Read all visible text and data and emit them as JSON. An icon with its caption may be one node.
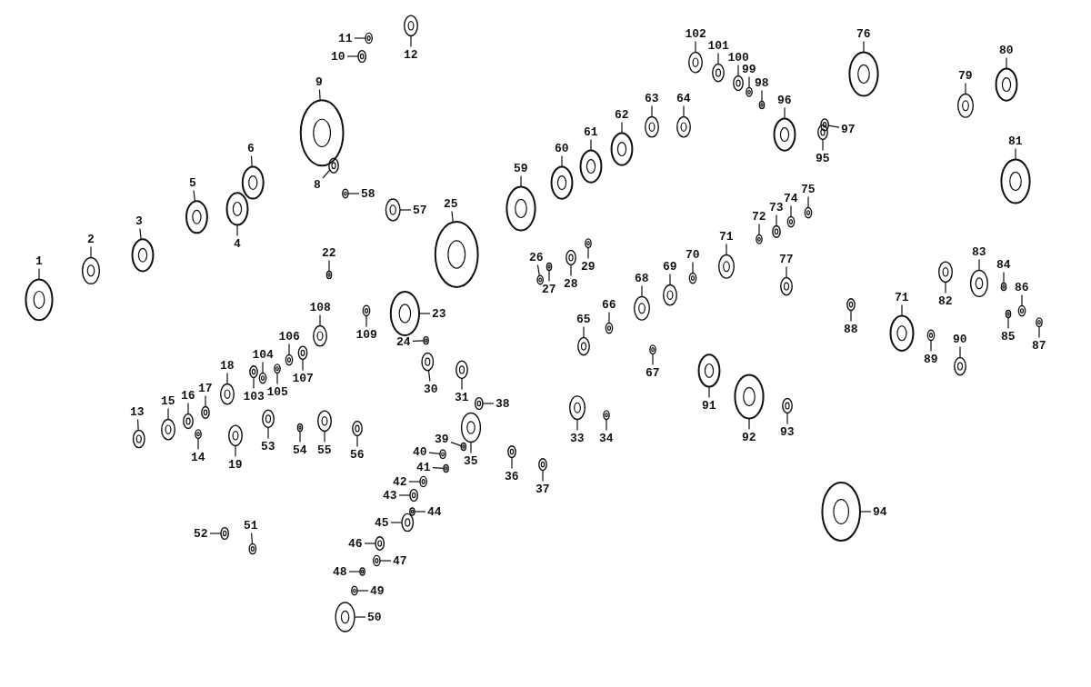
{
  "diagram": {
    "nodes": [
      {
        "text": [
          "1"
        ]
      },
      {
        "text": [
          "2"
        ]
      },
      {
        "text": [
          "3"
        ]
      },
      {
        "text": [
          "4"
        ]
      },
      {
        "text": [
          "5"
        ]
      },
      {
        "text": [
          "6"
        ]
      },
      {
        "text": [
          "8"
        ]
      },
      {
        "text": [
          "9"
        ]
      },
      {
        "text": [
          "10"
        ]
      },
      {
        "text": [
          "11"
        ]
      },
      {
        "text": [
          "12"
        ]
      },
      {
        "text": [
          "13"
        ]
      },
      {
        "text": [
          "14"
        ]
      },
      {
        "text": [
          "15"
        ]
      },
      {
        "text": [
          "16"
        ]
      },
      {
        "text": [
          "17"
        ]
      },
      {
        "text": [
          "18"
        ]
      },
      {
        "text": [
          "19"
        ]
      },
      {
        "text": [
          "22"
        ]
      },
      {
        "text": [
          "23"
        ]
      },
      {
        "text": [
          "24"
        ]
      },
      {
        "text": [
          "25"
        ]
      },
      {
        "text": [
          "26"
        ]
      },
      {
        "text": [
          "27"
        ]
      },
      {
        "text": [
          "28"
        ]
      },
      {
        "text": [
          "29"
        ]
      },
      {
        "text": [
          "30"
        ]
      },
      {
        "text": [
          "31"
        ]
      },
      {
        "text": [
          "33"
        ]
      },
      {
        "text": [
          "34"
        ]
      },
      {
        "text": [
          "35"
        ]
      },
      {
        "text": [
          "36"
        ]
      },
      {
        "text": [
          "37"
        ]
      },
      {
        "text": [
          "38"
        ]
      },
      {
        "text": [
          "39"
        ]
      },
      {
        "text": [
          "40"
        ]
      },
      {
        "text": [
          "41"
        ]
      },
      {
        "text": [
          "42"
        ]
      },
      {
        "text": [
          "43"
        ]
      },
      {
        "text": [
          "44"
        ]
      },
      {
        "text": [
          "45"
        ]
      },
      {
        "text": [
          "46"
        ]
      },
      {
        "text": [
          "47"
        ]
      },
      {
        "text": [
          "48"
        ]
      },
      {
        "text": [
          "49"
        ]
      },
      {
        "text": [
          "50"
        ]
      },
      {
        "text": [
          "51"
        ]
      },
      {
        "text": [
          "52"
        ]
      },
      {
        "text": [
          "53"
        ]
      },
      {
        "text": [
          "54"
        ]
      },
      {
        "text": [
          "55"
        ]
      },
      {
        "text": [
          "56"
        ]
      },
      {
        "text": [
          "57"
        ]
      },
      {
        "text": [
          "58"
        ]
      },
      {
        "text": [
          "59"
        ]
      },
      {
        "text": [
          "60"
        ]
      },
      {
        "text": [
          "61"
        ]
      },
      {
        "text": [
          "62"
        ]
      },
      {
        "text": [
          "63"
        ]
      },
      {
        "text": [
          "64"
        ]
      },
      {
        "text": [
          "65"
        ]
      },
      {
        "text": [
          "66"
        ]
      },
      {
        "text": [
          "67"
        ]
      },
      {
        "text": [
          "68"
        ]
      },
      {
        "text": [
          "69"
        ]
      },
      {
        "text": [
          "70"
        ]
      },
      {
        "text": [
          "71"
        ]
      },
      {
        "text": [
          "72"
        ]
      },
      {
        "text": [
          "73"
        ]
      },
      {
        "text": [
          "74"
        ]
      },
      {
        "text": [
          "75"
        ]
      },
      {
        "text": [
          "76"
        ]
      },
      {
        "text": [
          "77"
        ]
      },
      {
        "text": [
          "79"
        ]
      },
      {
        "text": [
          "80"
        ]
      },
      {
        "text": [
          "81"
        ]
      },
      {
        "text": [
          "82"
        ]
      },
      {
        "text": [
          "83"
        ]
      },
      {
        "text": [
          "84"
        ]
      },
      {
        "text": [
          "85"
        ]
      },
      {
        "text": [
          "86"
        ]
      },
      {
        "text": [
          "87"
        ]
      },
      {
        "text": [
          "88"
        ]
      },
      {
        "text": [
          "89"
        ]
      },
      {
        "text": [
          "90"
        ]
      },
      {
        "text": [
          "91"
        ]
      },
      {
        "text": [
          "92"
        ]
      },
      {
        "text": [
          "93"
        ]
      },
      {
        "text": [
          "94"
        ]
      },
      {
        "text": [
          "95"
        ]
      },
      {
        "text": [
          "96"
        ]
      },
      {
        "text": [
          "97"
        ]
      },
      {
        "text": [
          "98"
        ]
      },
      {
        "text": [
          "99"
        ]
      },
      {
        "text": [
          "100"
        ]
      },
      {
        "text": [
          "101"
        ]
      },
      {
        "text": [
          "102"
        ]
      },
      {
        "text": [
          "103"
        ]
      },
      {
        "text": [
          "104"
        ]
      },
      {
        "text": [
          "105"
        ]
      },
      {
        "text": [
          "106"
        ]
      },
      {
        "text": [
          "107"
        ]
      },
      {
        "text": [
          "108"
        ]
      },
      {
        "text": [
          "109"
        ]
      },
      {
        "text": [
          "71"
        ]
      },
      {
        "text": [],
        "shape": "picture"
      },
      {
        "text": [],
        "shape": "picture"
      },
      {
        "text": [],
        "shape": "picture"
      },
      {
        "text": [],
        "shape": "picture"
      },
      {
        "text": [],
        "shape": "picture"
      },
      {
        "text": [],
        "shape": "picture"
      },
      {
        "text": [],
        "shape": "picture"
      },
      {
        "text": [],
        "shape": "picture"
      },
      {
        "text": [],
        "shape": "picture"
      },
      {
        "text": [],
        "shape": "picture"
      },
      {
        "text": [],
        "shape": "picture"
      },
      {
        "text": [],
        "shape": "picture"
      },
      {
        "text": [],
        "shape": "picture"
      },
      {
        "text": [],
        "shape": "picture"
      },
      {
        "text": [],
        "shape": "picture"
      },
      {
        "text": [],
        "shape": "picture"
      },
      {
        "text": [],
        "shape": "picture"
      },
      {
        "text": [],
        "shape": "picture"
      },
      {
        "text": [],
        "shape": "picture"
      },
      {
        "text": [],
        "shape": "picture"
      },
      {
        "text": [],
        "shape": "picture"
      },
      {
        "text": [],
        "shape": "picture"
      },
      {
        "text": [],
        "shape": "picture"
      },
      {
        "text": [],
        "shape": "picture"
      },
      {
        "text": [],
        "shape": "picture"
      },
      {
        "text": [],
        "shape": "picture"
      },
      {
        "text": [],
        "shape": "picture"
      },
      {
        "text": [],
        "shape": "picture"
      },
      {
        "text": [],
        "shape": "picture"
      },
      {
        "text": [],
        "shape": "picture"
      },
      {
        "text": [],
        "shape": "picture"
      },
      {
        "text": [],
        "shape": "picture"
      },
      {
        "text": [],
        "shape": "picture"
      },
      {
        "text": [],
        "shape": "picture"
      },
      {
        "text": [],
        "shape": "picture"
      },
      {
        "text": [],
        "shape": "picture"
      },
      {
        "text": [],
        "shape": "picture"
      },
      {
        "text": [],
        "shape": "picture"
      },
      {
        "text": [],
        "shape": "picture"
      },
      {
        "text": [],
        "shape": "picture"
      },
      {
        "text": [],
        "shape": "picture"
      },
      {
        "text": [],
        "shape": "picture"
      },
      {
        "text": [],
        "shape": "picture"
      },
      {
        "text": [],
        "shape": "picture"
      },
      {
        "text": [],
        "shape": "picture"
      },
      {
        "text": [],
        "shape": "picture"
      },
      {
        "text": [],
        "shape": "picture"
      },
      {
        "text": [],
        "shape": "picture"
      },
      {
        "text": [],
        "shape": "picture"
      },
      {
        "text": [],
        "shape": "picture"
      },
      {
        "text": [],
        "shape": "picture"
      },
      {
        "text": [],
        "shape": "picture"
      },
      {
        "text": [],
        "shape": "picture"
      },
      {
        "text": [],
        "shape": "picture"
      },
      {
        "text": [],
        "shape": "picture"
      },
      {
        "text": [],
        "shape": "picture"
      },
      {
        "text": [],
        "shape": "picture"
      },
      {
        "text": [],
        "shape": "picture"
      },
      {
        "text": [],
        "shape": "picture"
      },
      {
        "text": [],
        "shape": "picture"
      },
      {
        "text": [],
        "shape": "picture"
      },
      {
        "text": [],
        "shape": "picture"
      },
      {
        "text": [],
        "shape": "picture"
      },
      {
        "text": [],
        "shape": "picture"
      },
      {
        "text": [],
        "shape": "picture"
      },
      {
        "text": [],
        "shape": "picture"
      },
      {
        "text": [],
        "shape": "picture"
      },
      {
        "text": [],
        "shape": "picture"
      },
      {
        "text": [],
        "shape": "picture"
      },
      {
        "text": [],
        "shape": "picture"
      },
      {
        "text": [],
        "shape": "picture"
      },
      {
        "text": [],
        "shape": "picture"
      },
      {
        "text": [],
        "shape": "picture"
      },
      {
        "text": [],
        "shape": "picture"
      },
      {
        "text": [],
        "shape": "picture"
      },
      {
        "text": [],
        "shape": "picture"
      },
      {
        "text": [],
        "shape": "picture"
      },
      {
        "text": [],
        "shape": "picture"
      },
      {
        "text": [],
        "shape": "picture"
      },
      {
        "text": [],
        "shape": "picture"
      },
      {
        "text": [],
        "shape": "picture"
      },
      {
        "text": [],
        "shape": "picture"
      },
      {
        "text": [],
        "shape": "picture"
      },
      {
        "text": [],
        "shape": "picture"
      },
      {
        "text": [],
        "shape": "picture"
      },
      {
        "text": [],
        "shape": "picture"
      },
      {
        "text": [],
        "shape": "picture"
      },
      {
        "text": [],
        "shape": "picture"
      },
      {
        "text": [],
        "shape": "picture"
      },
      {
        "text": [],
        "shape": "picture"
      },
      {
        "text": [],
        "shape": "picture"
      },
      {
        "text": [],
        "shape": "picture"
      },
      {
        "text": [],
        "shape": "picture"
      },
      {
        "text": [],
        "shape": "picture"
      },
      {
        "text": [],
        "shape": "picture"
      },
      {
        "text": [],
        "shape": "picture"
      },
      {
        "text": [],
        "shape": "picture"
      },
      {
        "text": [],
        "shape": "picture"
      },
      {
        "text": [],
        "shape": "picture"
      },
      {
        "text": [],
        "shape": "picture"
      },
      {
        "text": [],
        "shape": "picture"
      },
      {
        "text": [],
        "shape": "picture"
      },
      {
        "text": [],
        "shape": "picture"
      },
      {
        "text": [],
        "shape": "picture"
      },
      {
        "text": [],
        "shape": "picture"
      }
    ],
    "edges": [
      {
        "from": 0,
        "to": 105,
        "arrow": "none"
      },
      {
        "from": 1,
        "to": 106,
        "arrow": "none"
      },
      {
        "from": 2,
        "to": 107,
        "arrow": "none"
      },
      {
        "from": 3,
        "to": 108,
        "arrow": "none"
      },
      {
        "from": 4,
        "to": 109,
        "arrow": "none"
      },
      {
        "from": 5,
        "to": 110,
        "arrow": "none"
      },
      {
        "from": 6,
        "to": 111,
        "arrow": "none"
      },
      {
        "from": 7,
        "to": 112,
        "arrow": "none"
      },
      {
        "from": 8,
        "to": 113,
        "arrow": "none"
      },
      {
        "from": 9,
        "to": 114,
        "arrow": "none"
      },
      {
        "from": 10,
        "to": 115,
        "arrow": "none"
      },
      {
        "from": 11,
        "to": 116,
        "arrow": "none"
      },
      {
        "from": 12,
        "to": 117,
        "arrow": "none"
      },
      {
        "from": 13,
        "to": 118,
        "arrow": "none"
      },
      {
        "from": 14,
        "to": 119,
        "arrow": "none"
      },
      {
        "from": 15,
        "to": 120,
        "arrow": "none"
      },
      {
        "from": 16,
        "to": 121,
        "arrow": "none"
      },
      {
        "from": 17,
        "to": 122,
        "arrow": "none"
      },
      {
        "from": 18,
        "to": 123,
        "arrow": "none"
      },
      {
        "from": 19,
        "to": 124,
        "arrow": "none"
      },
      {
        "from": 20,
        "to": 125,
        "arrow": "none"
      },
      {
        "from": 21,
        "to": 126,
        "arrow": "none"
      },
      {
        "from": 22,
        "to": 127,
        "arrow": "none"
      },
      {
        "from": 23,
        "to": 128,
        "arrow": "none"
      },
      {
        "from": 24,
        "to": 129,
        "arrow": "none"
      },
      {
        "from": 25,
        "to": 130,
        "arrow": "none"
      },
      {
        "from": 26,
        "to": 131,
        "arrow": "none"
      },
      {
        "from": 27,
        "to": 132,
        "arrow": "none"
      },
      {
        "from": 28,
        "to": 133,
        "arrow": "none"
      },
      {
        "from": 29,
        "to": 134,
        "arrow": "none"
      },
      {
        "from": 30,
        "to": 135,
        "arrow": "none"
      },
      {
        "from": 31,
        "to": 136,
        "arrow": "none"
      },
      {
        "from": 32,
        "to": 137,
        "arrow": "none"
      },
      {
        "from": 33,
        "to": 138,
        "arrow": "none"
      },
      {
        "from": 34,
        "to": 139,
        "arrow": "none"
      },
      {
        "from": 35,
        "to": 140,
        "arrow": "none"
      },
      {
        "from": 36,
        "to": 141,
        "arrow": "none"
      },
      {
        "from": 37,
        "to": 142,
        "arrow": "none"
      },
      {
        "from": 38,
        "to": 143,
        "arrow": "none"
      },
      {
        "from": 39,
        "to": 144,
        "arrow": "none"
      },
      {
        "from": 40,
        "to": 145,
        "arrow": "none"
      },
      {
        "from": 41,
        "to": 146,
        "arrow": "none"
      },
      {
        "from": 42,
        "to": 147,
        "arrow": "none"
      },
      {
        "from": 43,
        "to": 148,
        "arrow": "none"
      },
      {
        "from": 44,
        "to": 149,
        "arrow": "none"
      },
      {
        "from": 45,
        "to": 150,
        "arrow": "none"
      },
      {
        "from": 46,
        "to": 151,
        "arrow": "none"
      },
      {
        "from": 47,
        "to": 152,
        "arrow": "none"
      },
      {
        "from": 48,
        "to": 153,
        "arrow": "none"
      },
      {
        "from": 49,
        "to": 154,
        "arrow": "none"
      },
      {
        "from": 50,
        "to": 155,
        "arrow": "none"
      },
      {
        "from": 51,
        "to": 156,
        "arrow": "none"
      },
      {
        "from": 52,
        "to": 157,
        "arrow": "none"
      },
      {
        "from": 53,
        "to": 158,
        "arrow": "none"
      },
      {
        "from": 54,
        "to": 159,
        "arrow": "none"
      },
      {
        "from": 55,
        "to": 160,
        "arrow": "none"
      },
      {
        "from": 56,
        "to": 161,
        "arrow": "none"
      },
      {
        "from": 57,
        "to": 162,
        "arrow": "none"
      },
      {
        "from": 58,
        "to": 163,
        "arrow": "none"
      },
      {
        "from": 59,
        "to": 164,
        "arrow": "none"
      },
      {
        "from": 60,
        "to": 165,
        "arrow": "none"
      },
      {
        "from": 61,
        "to": 166,
        "arrow": "none"
      },
      {
        "from": 62,
        "to": 167,
        "arrow": "none"
      },
      {
        "from": 63,
        "to": 168,
        "arrow": "none"
      },
      {
        "from": 64,
        "to": 169,
        "arrow": "none"
      },
      {
        "from": 65,
        "to": 170,
        "arrow": "none"
      },
      {
        "from": 66,
        "to": 171,
        "arrow": "none"
      },
      {
        "from": 67,
        "to": 172,
        "arrow": "none"
      },
      {
        "from": 68,
        "to": 173,
        "arrow": "none"
      },
      {
        "from": 69,
        "to": 174,
        "arrow": "none"
      },
      {
        "from": 70,
        "to": 175,
        "arrow": "none"
      },
      {
        "from": 71,
        "to": 176,
        "arrow": "none"
      },
      {
        "from": 72,
        "to": 177,
        "arrow": "none"
      },
      {
        "from": 73,
        "to": 178,
        "arrow": "none"
      },
      {
        "from": 74,
        "to": 179,
        "arrow": "none"
      },
      {
        "from": 75,
        "to": 180,
        "arrow": "none"
      },
      {
        "from": 76,
        "to": 181,
        "arrow": "none"
      },
      {
        "from": 77,
        "to": 182,
        "arrow": "none"
      },
      {
        "from": 78,
        "to": 183,
        "arrow": "none"
      },
      {
        "from": 79,
        "to": 184,
        "arrow": "none"
      },
      {
        "from": 80,
        "to": 185,
        "arrow": "none"
      },
      {
        "from": 81,
        "to": 186,
        "arrow": "none"
      },
      {
        "from": 82,
        "to": 187,
        "arrow": "none"
      },
      {
        "from": 83,
        "to": 188,
        "arrow": "none"
      },
      {
        "from": 84,
        "to": 189,
        "arrow": "none"
      },
      {
        "from": 85,
        "to": 190,
        "arrow": "none"
      },
      {
        "from": 86,
        "to": 191,
        "arrow": "none"
      },
      {
        "from": 87,
        "to": 192,
        "arrow": "none"
      },
      {
        "from": 88,
        "to": 193,
        "arrow": "none"
      },
      {
        "from": 89,
        "to": 194,
        "arrow": "none"
      },
      {
        "from": 90,
        "to": 195,
        "arrow": "none"
      },
      {
        "from": 91,
        "to": 196,
        "arrow": "none"
      },
      {
        "from": 92,
        "to": 197,
        "arrow": "none"
      },
      {
        "from": 93,
        "to": 198,
        "arrow": "none"
      },
      {
        "from": 94,
        "to": 199,
        "arrow": "none"
      },
      {
        "from": 95,
        "to": 200,
        "arrow": "none"
      },
      {
        "from": 96,
        "to": 201,
        "arrow": "none"
      },
      {
        "from": 97,
        "to": 202,
        "arrow": "none"
      },
      {
        "from": 98,
        "to": 203,
        "arrow": "none"
      },
      {
        "from": 99,
        "to": 204,
        "arrow": "none"
      },
      {
        "from": 100,
        "to": 205,
        "arrow": "none"
      },
      {
        "from": 101,
        "to": 206,
        "arrow": "none"
      },
      {
        "from": 102,
        "to": 207,
        "arrow": "none"
      },
      {
        "from": 103,
        "to": 208,
        "arrow": "none"
      },
      {
        "from": 104,
        "to": 209,
        "arrow": "none"
      }
    ]
  }
}
